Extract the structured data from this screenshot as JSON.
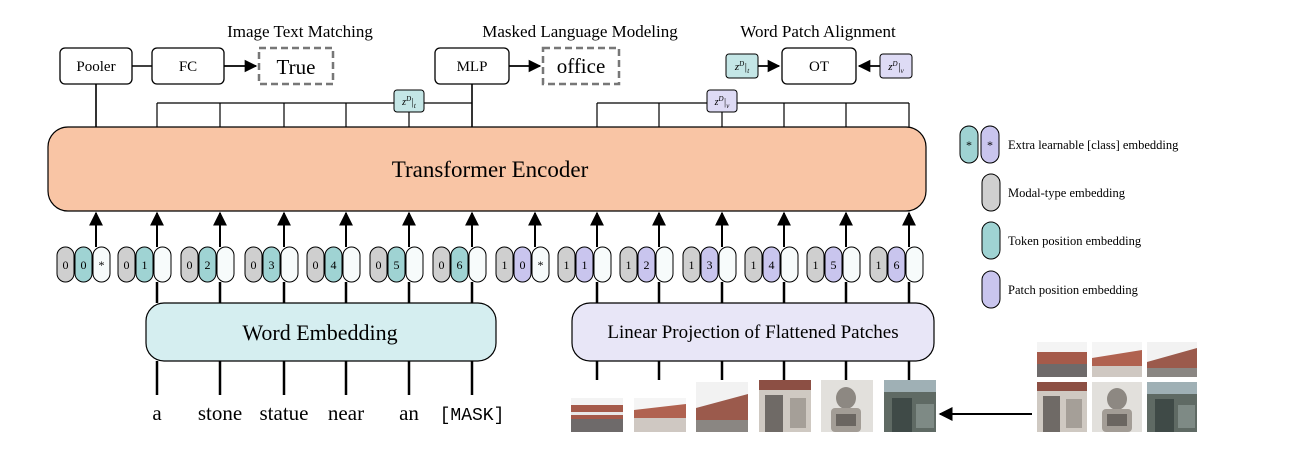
{
  "heads": {
    "itm_title": "Image Text Matching",
    "mlm_title": "Masked Language Modeling",
    "wpa_title": "Word Patch Alignment",
    "pooler": "Pooler",
    "fc": "FC",
    "itm_output": "True",
    "mlp": "MLP",
    "mlm_output": "office",
    "ot": "OT",
    "zt_label": "z^D|_t",
    "zv_label": "z^D|_v"
  },
  "encoder": {
    "label": "Transformer Encoder"
  },
  "word_embedding": {
    "label": "Word Embedding"
  },
  "linear_projection": {
    "label": "Linear Projection of Flattened Patches"
  },
  "text_tokens": [
    {
      "modal": "0",
      "pos": "0",
      "cls": "*"
    },
    {
      "modal": "0",
      "pos": "1"
    },
    {
      "modal": "0",
      "pos": "2"
    },
    {
      "modal": "0",
      "pos": "3"
    },
    {
      "modal": "0",
      "pos": "4"
    },
    {
      "modal": "0",
      "pos": "5"
    },
    {
      "modal": "0",
      "pos": "6"
    }
  ],
  "image_tokens": [
    {
      "modal": "1",
      "pos": "0",
      "cls": "*"
    },
    {
      "modal": "1",
      "pos": "1"
    },
    {
      "modal": "1",
      "pos": "2"
    },
    {
      "modal": "1",
      "pos": "3"
    },
    {
      "modal": "1",
      "pos": "4"
    },
    {
      "modal": "1",
      "pos": "5"
    },
    {
      "modal": "1",
      "pos": "6"
    }
  ],
  "words": [
    "a",
    "stone",
    "statue",
    "near",
    "an",
    "[MASK]"
  ],
  "legend": {
    "cls_text": "Extra learnable [class] embedding",
    "cls_symbol": "*",
    "modal_text": "Modal-type embedding",
    "token_pos_text": "Token position embedding",
    "patch_pos_text": "Patch position embedding"
  },
  "colors": {
    "encoder_fill": "#f9c5a5",
    "word_emb_fill": "#d5eef0",
    "lin_proj_fill": "#e8e6f7",
    "modal_fill": "#cfcfcf",
    "token_pos_fill": "#9fd3d3",
    "patch_pos_fill": "#c9c5ee",
    "white_fill": "#f7fbfb"
  }
}
